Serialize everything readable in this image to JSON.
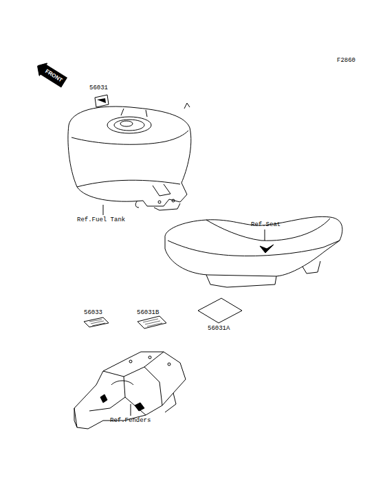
{
  "diagram": {
    "nodes": [
      {
        "text": [
          "FRONT"
        ]
      }
    ],
    "labels": [
      "F2860",
      "56031",
      "Ref.Fuel Tank",
      "Ref.Seat",
      "56031A",
      "56033",
      "56031B",
      "Ref.Fenders"
    ]
  }
}
